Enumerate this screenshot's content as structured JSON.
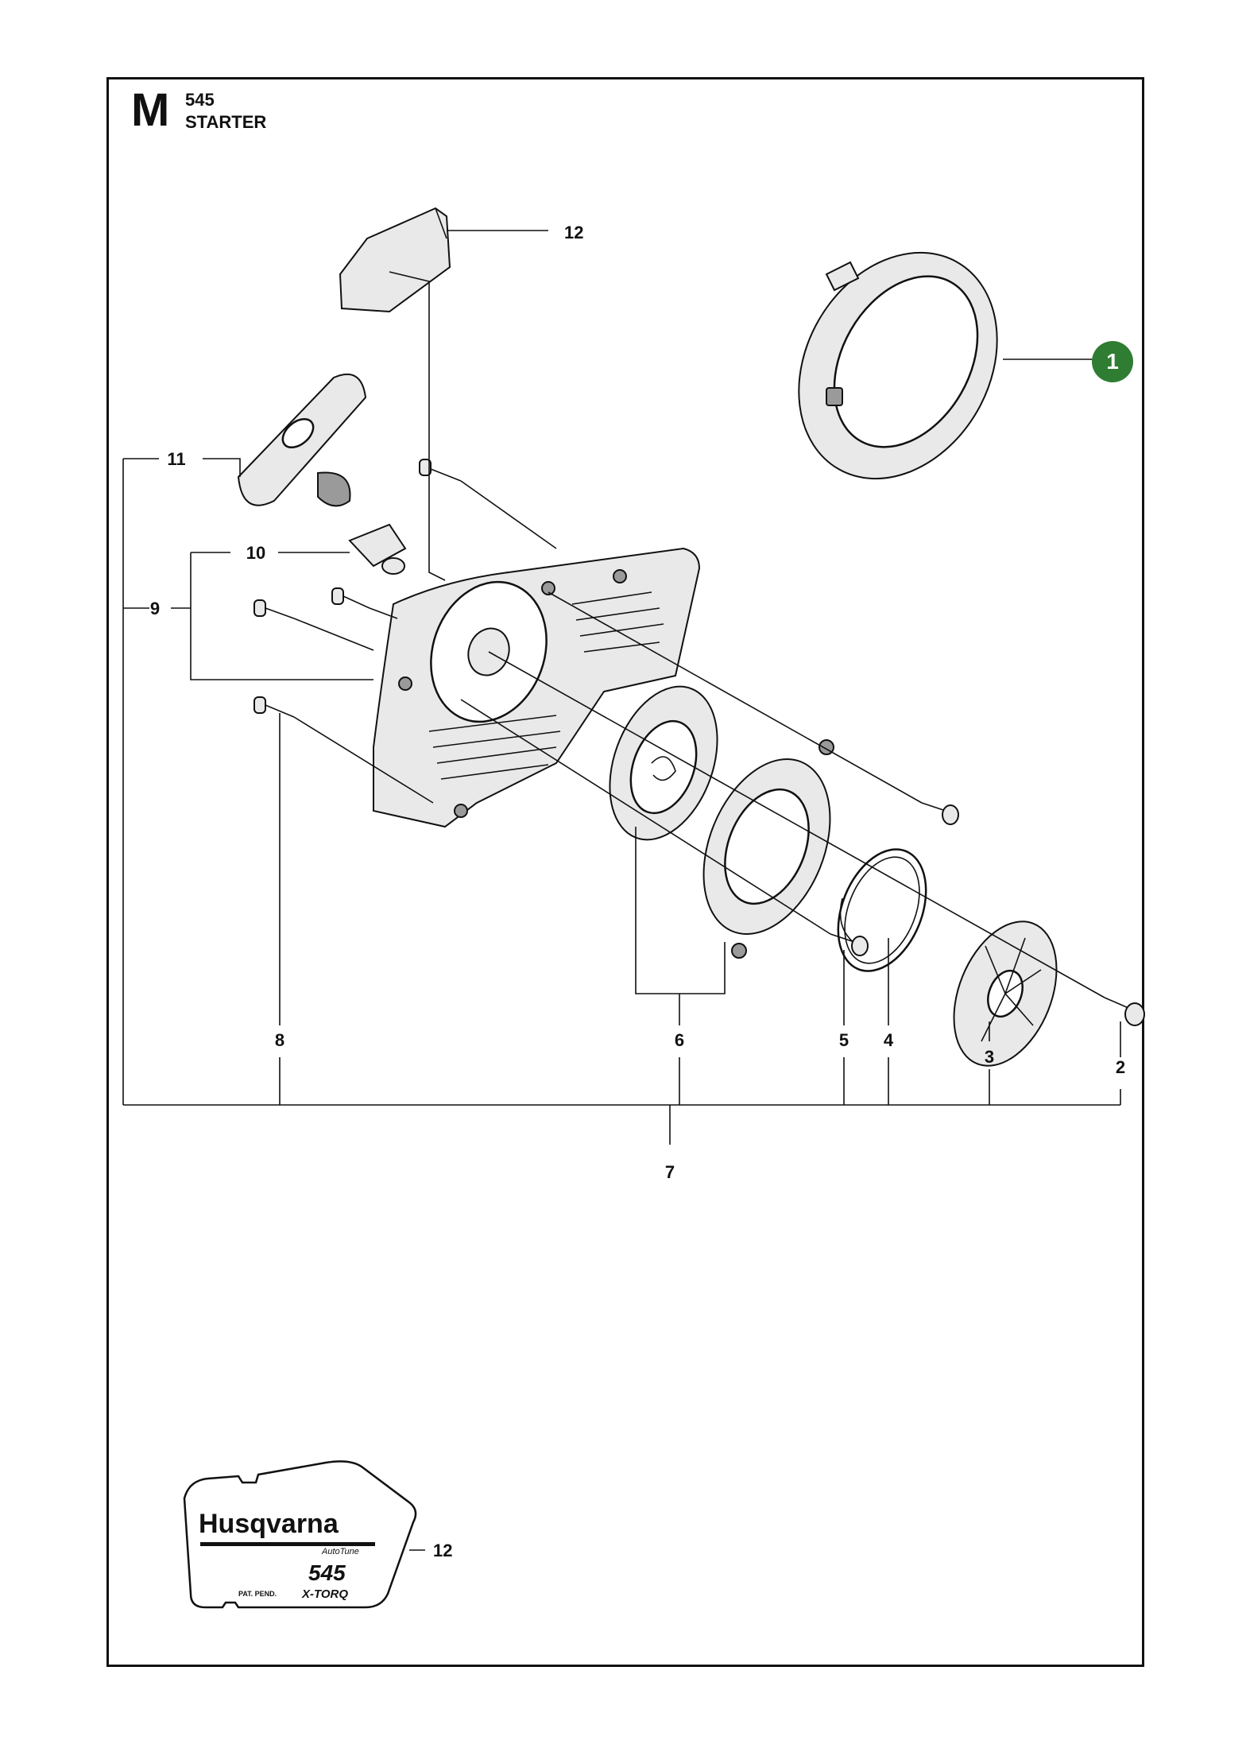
{
  "header": {
    "section_letter": "M",
    "model": "545",
    "title": "STARTER"
  },
  "callouts": {
    "c1": "1",
    "c2": "2",
    "c3": "3",
    "c4": "4",
    "c5": "5",
    "c6": "6",
    "c7": "7",
    "c8": "8",
    "c9": "9",
    "c10": "10",
    "c11": "11",
    "c12_top": "12",
    "c12_bottom": "12"
  },
  "decal": {
    "brand": "Husqvarna",
    "sub": "AutoTune",
    "model": "545",
    "pat": "PAT. PEND.",
    "feature": "X-TORQ"
  },
  "colors": {
    "highlight_badge": "#2e7d32",
    "line": "#111111"
  }
}
